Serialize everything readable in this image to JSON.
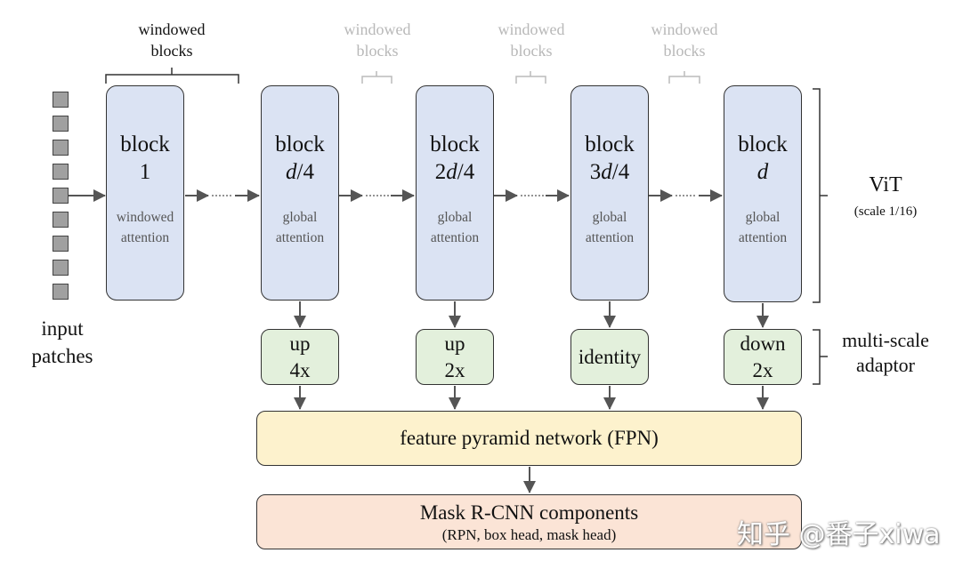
{
  "input": {
    "label_lines": [
      "input",
      "patches"
    ],
    "patch_count": 9
  },
  "blocks": [
    {
      "title_lines": [
        "block",
        "1"
      ],
      "attention_lines": [
        "windowed",
        "attention"
      ]
    },
    {
      "title_lines": [
        "block",
        "d/4"
      ],
      "attention_lines": [
        "global",
        "attention"
      ]
    },
    {
      "title_lines": [
        "block",
        "2d/4"
      ],
      "attention_lines": [
        "global",
        "attention"
      ]
    },
    {
      "title_lines": [
        "block",
        "3d/4"
      ],
      "attention_lines": [
        "global",
        "attention"
      ]
    },
    {
      "title_lines": [
        "block",
        "d"
      ],
      "attention_lines": [
        "global",
        "attention"
      ]
    }
  ],
  "windowed_labels": [
    {
      "lines": [
        "windowed",
        "blocks"
      ],
      "faded": false
    },
    {
      "lines": [
        "windowed",
        "blocks"
      ],
      "faded": true
    },
    {
      "lines": [
        "windowed",
        "blocks"
      ],
      "faded": true
    },
    {
      "lines": [
        "windowed",
        "blocks"
      ],
      "faded": true
    }
  ],
  "adaptors": [
    {
      "lines": [
        "up",
        "4x"
      ]
    },
    {
      "lines": [
        "up",
        "2x"
      ]
    },
    {
      "lines": [
        "identity"
      ]
    },
    {
      "lines": [
        "down",
        "2x"
      ]
    }
  ],
  "vit": {
    "label": "ViT",
    "sub": "(scale 1/16)"
  },
  "multiscale": {
    "lines": [
      "multi-scale",
      "adaptor"
    ]
  },
  "fpn": {
    "label": "feature pyramid network (FPN)"
  },
  "mask": {
    "title": "Mask R-CNN components",
    "sub": "(RPN, box head, mask head)"
  },
  "watermark": "知乎 @番子xiwa",
  "colors": {
    "block_fill": "#dbe3f3",
    "adaptor_fill": "#e3f0dc",
    "fpn_fill": "#fdf2cd",
    "mask_fill": "#fbe4d6",
    "patch_fill": "#a0a0a0",
    "arrow": "#555555"
  }
}
